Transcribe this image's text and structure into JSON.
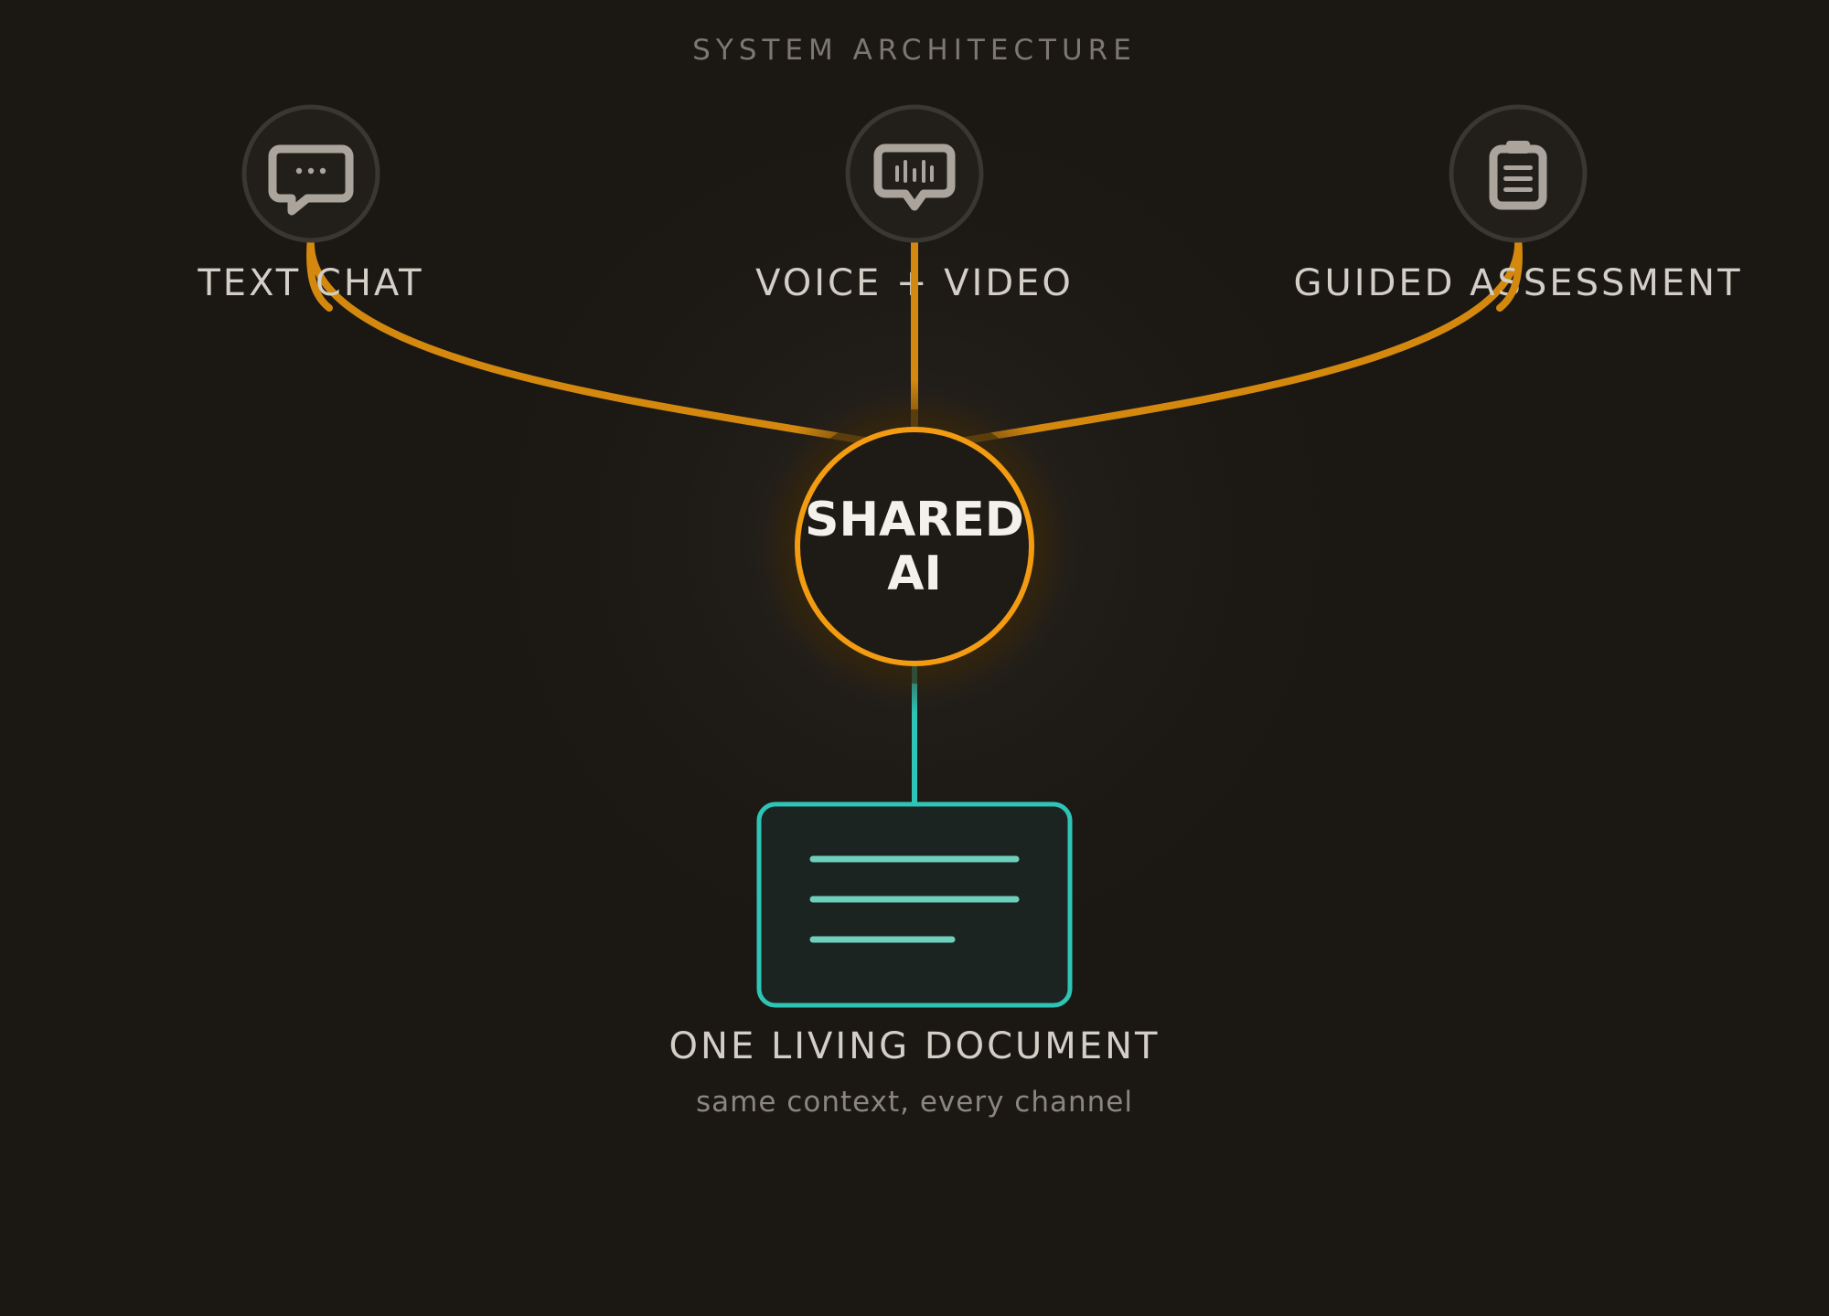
{
  "heading": "SYSTEM ARCHITECTURE",
  "channels": [
    {
      "label": "TEXT CHAT",
      "icon": "chat-bubble-icon"
    },
    {
      "label": "VOICE + VIDEO",
      "icon": "voice-waveform-icon"
    },
    {
      "label": "GUIDED ASSESSMENT",
      "icon": "clipboard-icon"
    }
  ],
  "hub": {
    "line1": "SHARED",
    "line2": "AI"
  },
  "document": {
    "icon": "document-icon",
    "title": "ONE LIVING DOCUMENT",
    "subtitle": "same context, every channel"
  },
  "colors": {
    "background": "#1b1814",
    "amber": "#f39c12",
    "amber_line": "#d4890e",
    "teal": "#2ec4b6",
    "teal_text_lines": "#6ecfbd",
    "label": "#d3cec6",
    "heading": "#7c7770",
    "subtitle": "#8a857e",
    "icon_ring": "#3a3631",
    "icon_fill": "#aaa49c"
  }
}
